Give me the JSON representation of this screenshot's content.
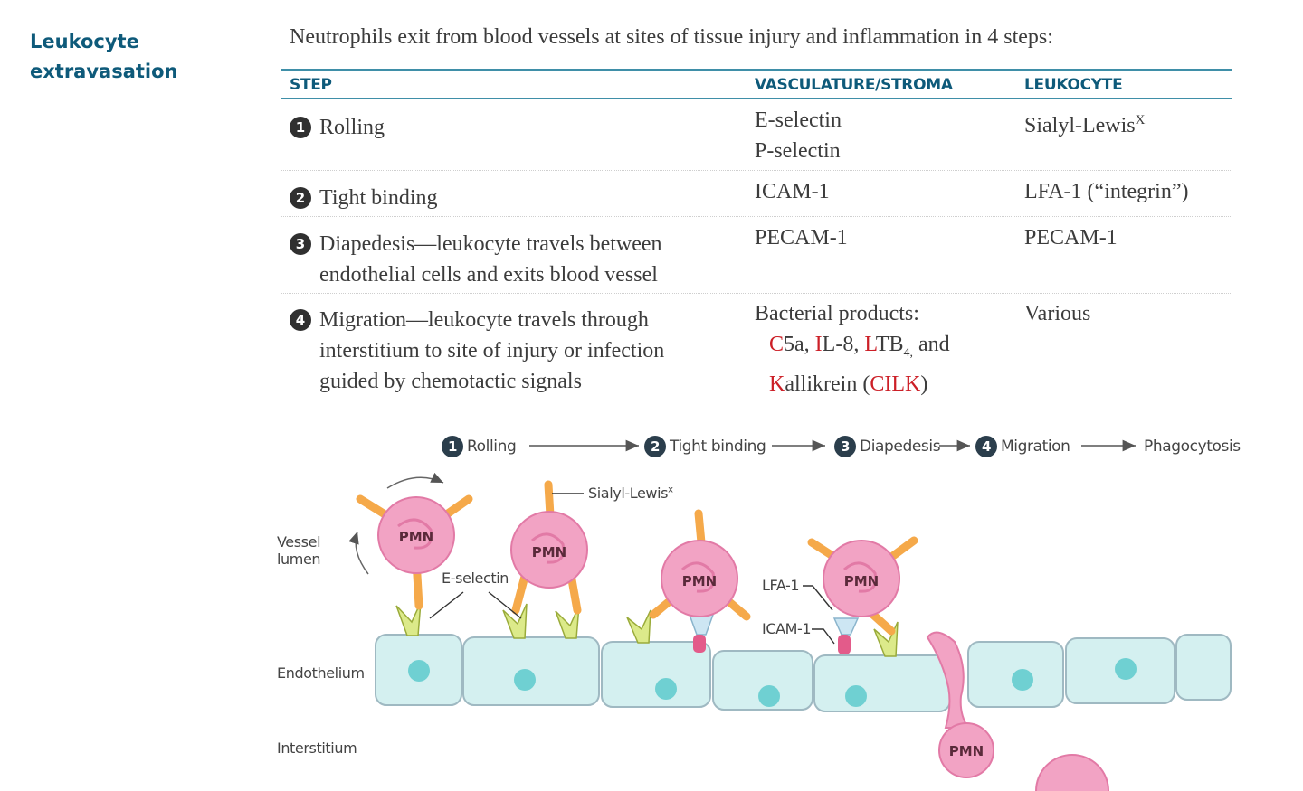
{
  "sidebar": {
    "title_line1": "Leukocyte",
    "title_line2": "extravasation"
  },
  "intro": "Neutrophils exit from blood vessels at sites of tissue injury and inflammation in 4 steps:",
  "table": {
    "headers": {
      "step": "STEP",
      "vasculature": "VASCULATURE/STROMA",
      "leukocyte": "LEUKOCYTE"
    },
    "rows": [
      {
        "num": "1",
        "step": [
          "Rolling"
        ],
        "vasculature": [
          "E-selectin",
          "P-selectin"
        ],
        "leukocyte": "Sialyl-Lewis",
        "leukocyte_sup": "X"
      },
      {
        "num": "2",
        "step": [
          "Tight binding"
        ],
        "vasculature": [
          "ICAM-1"
        ],
        "leukocyte": "LFA-1 (“integrin”)"
      },
      {
        "num": "3",
        "step": [
          "Diapedesis—leukocyte travels between",
          "endothelial cells and exits blood vessel"
        ],
        "vasculature": [
          "PECAM-1"
        ],
        "leukocyte": "PECAM-1"
      },
      {
        "num": "4",
        "step": [
          "Migration—leukocyte travels through",
          "interstitium to site of injury or infection",
          "guided by chemotactic signals"
        ],
        "vasculature_line1": "Bacterial products:",
        "leukocyte": "Various",
        "chemo": {
          "c": "C",
          "c_rest": "5a, ",
          "i": "I",
          "i_rest": "L-8, ",
          "l": "L",
          "l_rest": "TB",
          "l_sub": "4,",
          "and": " and",
          "k": "K",
          "k_rest": "allikrein (",
          "cilk": "CILK",
          "close": ")"
        }
      }
    ]
  },
  "figure": {
    "flow": [
      {
        "num": "1",
        "label": "Rolling"
      },
      {
        "num": "2",
        "label": "Tight binding"
      },
      {
        "num": "3",
        "label": "Diapedesis"
      },
      {
        "num": "4",
        "label": "Migration"
      }
    ],
    "flow_end": "Phagocytosis",
    "labels": {
      "vessel_lumen_1": "Vessel",
      "vessel_lumen_2": "lumen",
      "endothelium": "Endothelium",
      "interstitium": "Interstitium",
      "sialyl_lewis": "Sialyl-Lewis",
      "sialyl_lewis_sup": "x",
      "e_selectin": "E-selectin",
      "lfa1": "LFA-1",
      "icam1": "ICAM-1",
      "pmn": "PMN"
    },
    "colors": {
      "pmn": "#f2a3c4",
      "ligand": "#f5a94a",
      "selectin": "#dcea8a",
      "endothelium": "#d4f0f0",
      "nucleus": "#6fd0d2",
      "accent": "#0e5a7a"
    }
  }
}
